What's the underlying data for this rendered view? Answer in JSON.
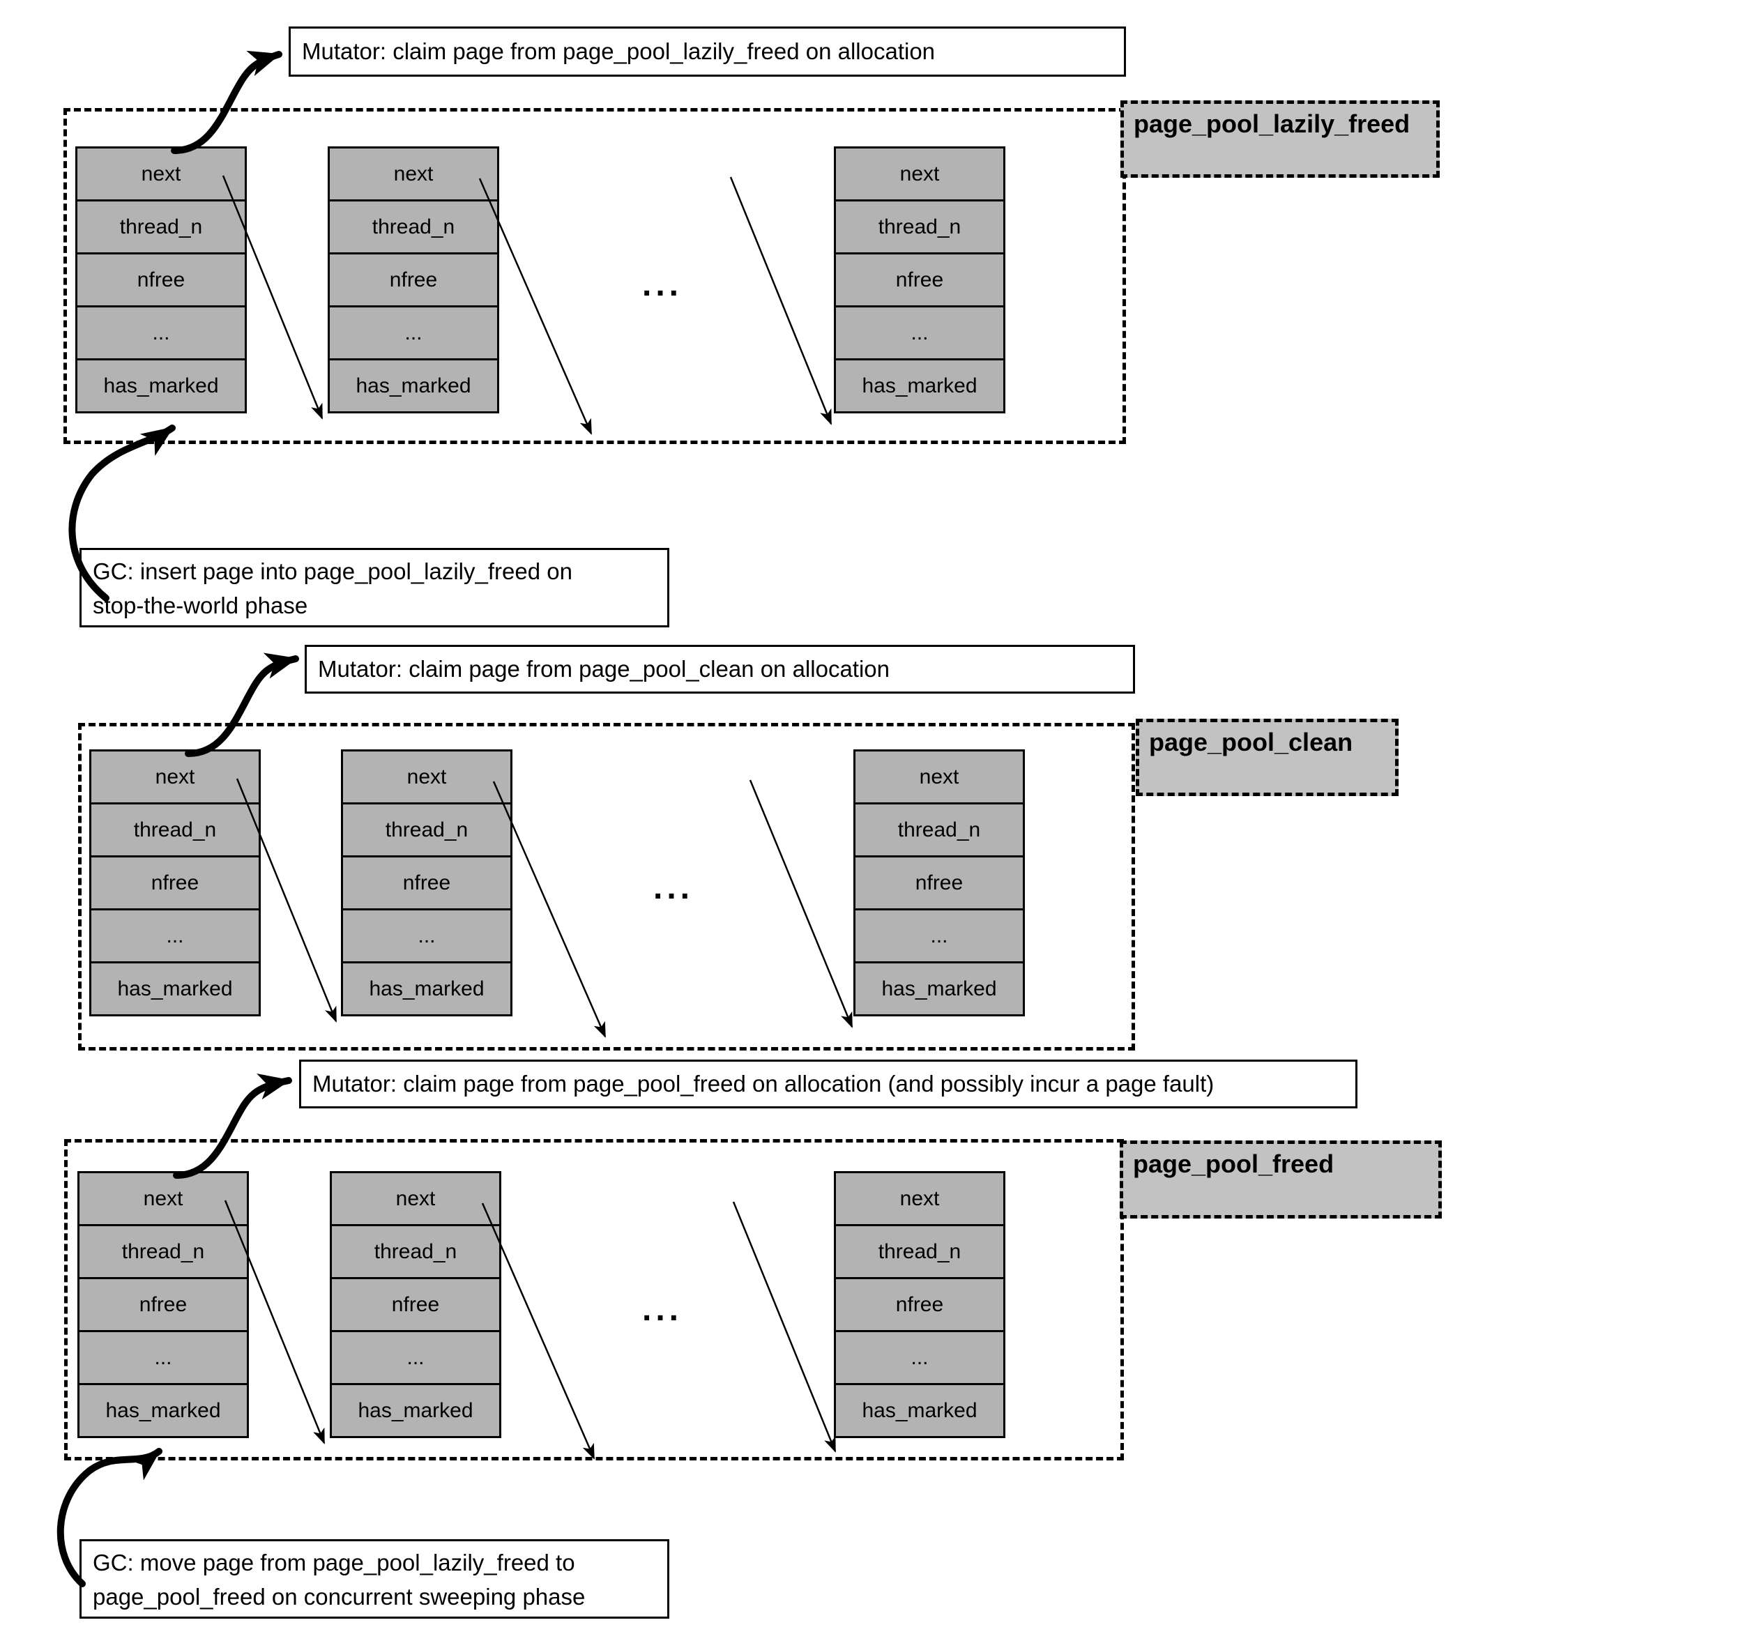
{
  "struct_fields": [
    "next",
    "thread_n",
    "nfree",
    "...",
    "has_marked"
  ],
  "gap_ellipsis": "...",
  "colors": {
    "struct_fill": "#b3b3b3",
    "label_fill": "#c2c2c2",
    "line": "#000000",
    "background": "#ffffff"
  },
  "sections": [
    {
      "pool_label": "page_pool_lazily_freed",
      "mutator_note": "Mutator: claim page from page_pool_lazily_freed on allocation",
      "gc_note_lines": [
        "GC: insert page into page_pool_lazily_freed on",
        "stop-the-world phase"
      ]
    },
    {
      "pool_label": "page_pool_clean",
      "mutator_note": "Mutator: claim page from page_pool_clean on allocation"
    },
    {
      "pool_label": "page_pool_freed",
      "mutator_note": "Mutator: claim page from page_pool_freed on allocation (and possibly incur a page fault)",
      "gc_note_lines": [
        "GC: move page from page_pool_lazily_freed to",
        "page_pool_freed on concurrent sweeping phase"
      ]
    }
  ]
}
